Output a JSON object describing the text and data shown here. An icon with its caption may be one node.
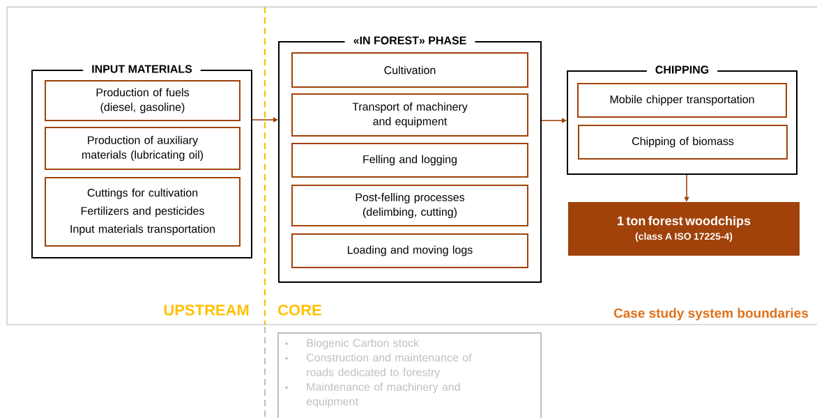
{
  "diagram": {
    "nodes": [
      {
        "text": [
          "Case study system boundaries"
        ]
      },
      {
        "text": [
          "INPUT MATERIALS"
        ],
        "in": 0
      },
      {
        "text": [
          "Production of fuels (diesel, gasoline)"
        ],
        "in": 1
      },
      {
        "text": [
          "Production of auxiliary materials (lubricating oil)"
        ],
        "in": 1
      },
      {
        "text": [
          "Cuttings for cultivation",
          "Fertilizers and pesticides",
          "Input materials transportation"
        ],
        "in": 1
      },
      {
        "text": [
          "«IN FOREST» PHASE"
        ],
        "in": 0
      },
      {
        "text": [
          "Cultivation"
        ],
        "in": 5
      },
      {
        "text": [
          "Transport of machinery and equipment"
        ],
        "in": 5
      },
      {
        "text": [
          "Felling and logging"
        ],
        "in": 5
      },
      {
        "text": [
          "Post-felling processes (delimbing, cutting)"
        ],
        "in": 5
      },
      {
        "text": [
          "Loading and moving logs"
        ],
        "in": 5
      },
      {
        "text": [
          "CHIPPING"
        ],
        "in": 0
      },
      {
        "text": [
          "Mobile chipper transportation"
        ],
        "in": 11
      },
      {
        "text": [
          "Chipping of biomass"
        ],
        "in": 11
      },
      {
        "text": [
          "1 ton forest woodchips",
          "(class A ISO 17225-4)"
        ],
        "in": 0
      },
      {
        "text": [
          "Biogenic Carbon stock",
          "Construction and maintenance of roads dedicated to forestry",
          "Maintenance of machinery and equipment"
        ]
      }
    ],
    "edges": [
      {
        "from": 1,
        "to": 5,
        "arrow": "to"
      },
      {
        "from": 5,
        "to": 11,
        "arrow": "to"
      },
      {
        "from": 11,
        "to": 14,
        "arrow": "to"
      }
    ],
    "labels": [
      "UPSTREAM",
      "CORE"
    ]
  }
}
